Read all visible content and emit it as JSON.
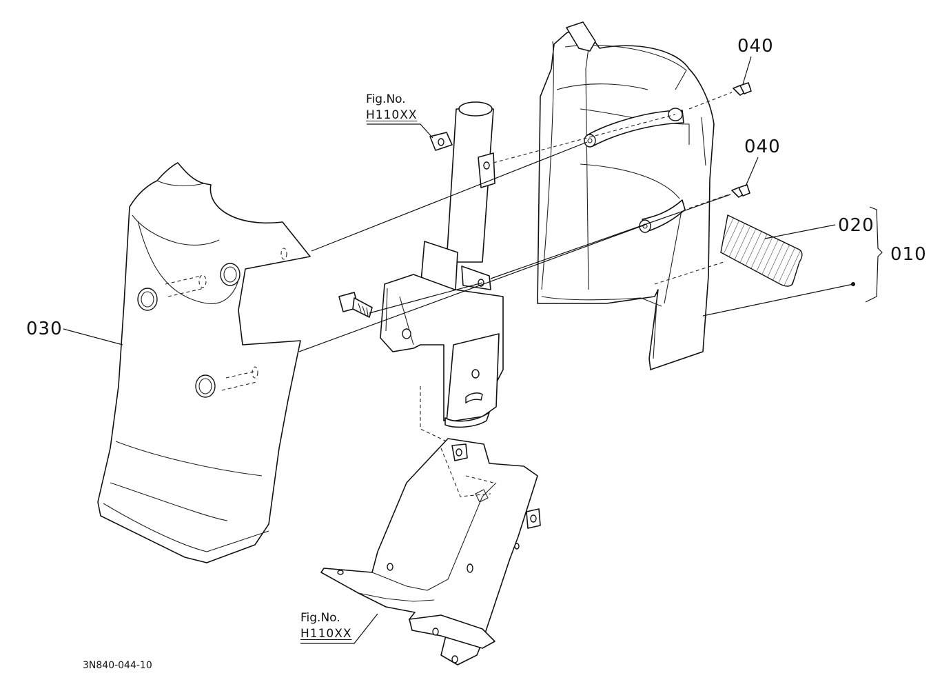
{
  "labels": {
    "p030": "030",
    "p040_top": "040",
    "p040_bottom": "040",
    "p020": "020",
    "p010": "010",
    "fig_top_line1": "Fig.No.",
    "fig_top_line2": "H110XX",
    "fig_bottom_line1": "Fig.No.",
    "fig_bottom_line2": "H110XX",
    "drawing_code": "3N840-044-10"
  },
  "colors": {
    "line": "#111111",
    "background": "#ffffff",
    "hatch": "#333333"
  }
}
